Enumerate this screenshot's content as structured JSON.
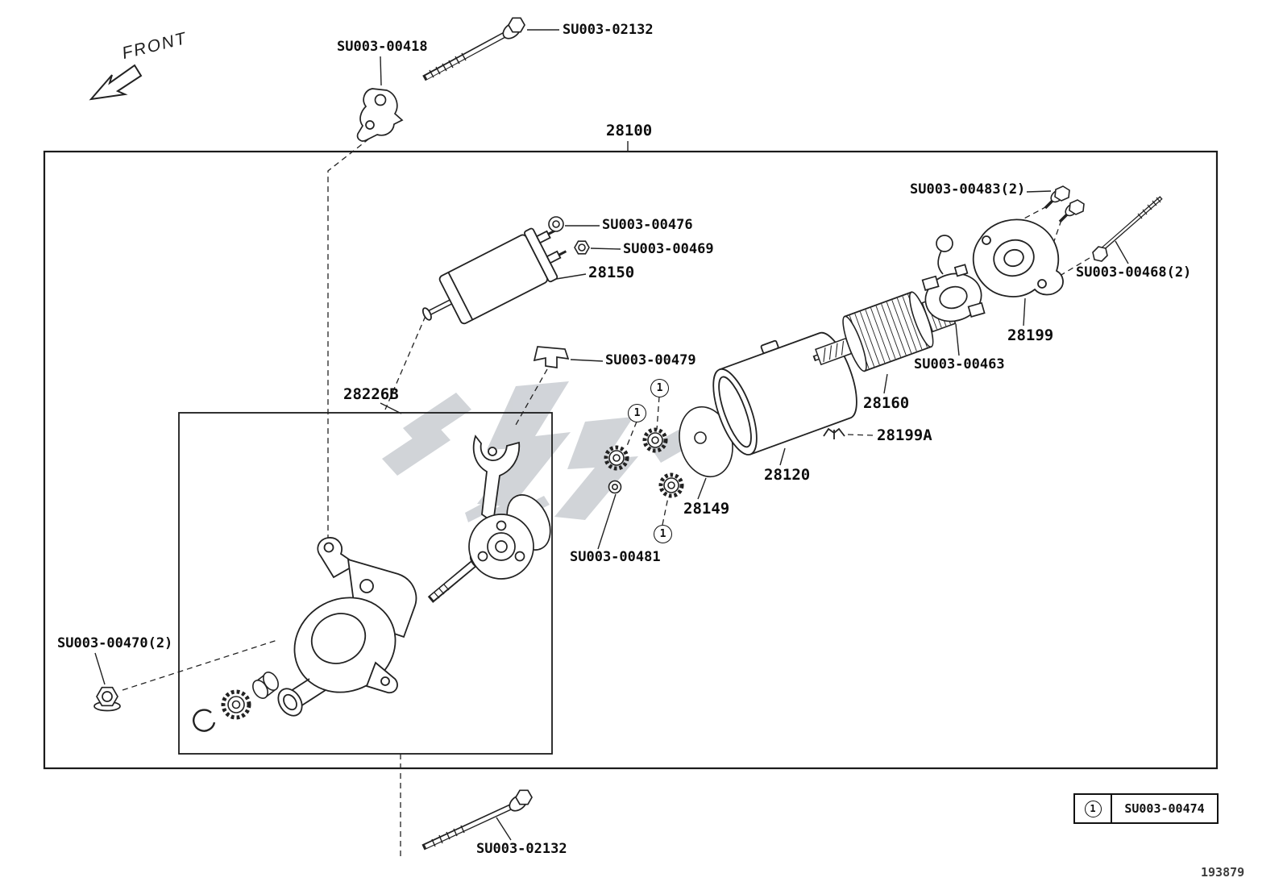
{
  "front_label": "FRONT",
  "sheet_number": "193879",
  "callout": {
    "symbol": "1"
  },
  "legend": {
    "callout": "1",
    "part_number": "SU003-00474"
  },
  "labels": {
    "su003_02132_top": "SU003-02132",
    "su003_00418": "SU003-00418",
    "p28100": "28100",
    "su003_00476": "SU003-00476",
    "su003_00469": "SU003-00469",
    "p28150": "28150",
    "su003_00479": "SU003-00479",
    "p28226b": "28226B",
    "su003_00483": "SU003-00483(2)",
    "su003_00468": "SU003-00468(2)",
    "p28199": "28199",
    "su003_00463": "SU003-00463",
    "p28160": "28160",
    "p28199a": "28199A",
    "p28120": "28120",
    "p28149": "28149",
    "su003_00481": "SU003-00481",
    "su003_00470": "SU003-00470(2)",
    "su003_02132_bottom": "SU003-02132"
  }
}
